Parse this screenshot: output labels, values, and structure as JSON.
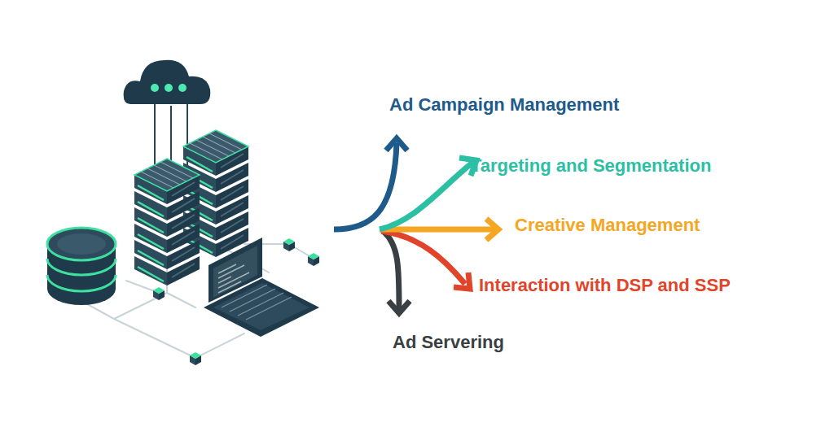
{
  "diagram": {
    "labels": [
      "Ad Campaign Management",
      "Targeting and Segmentation",
      "Creative Management",
      "Interaction with DSP and SSP",
      "Ad Servering"
    ]
  }
}
